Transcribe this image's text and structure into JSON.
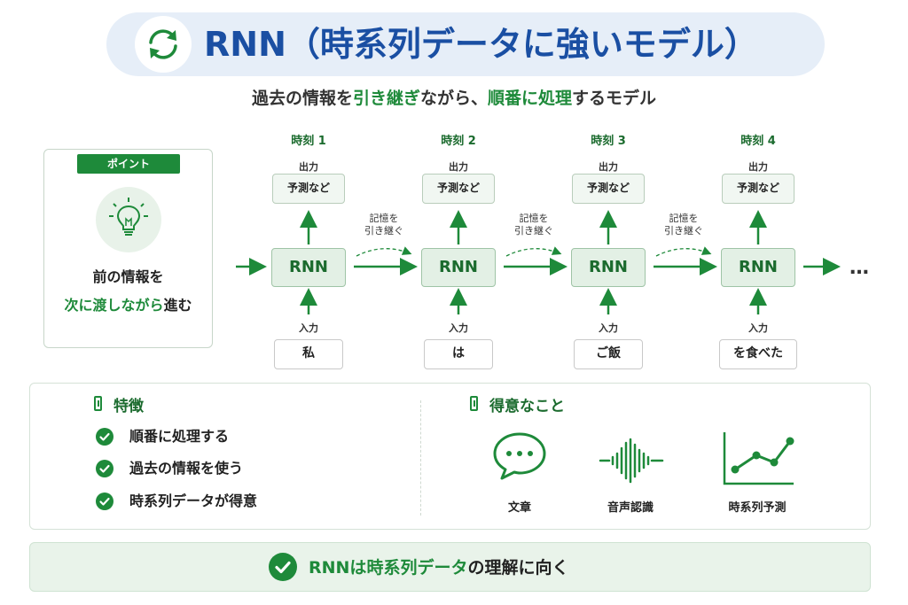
{
  "header": {
    "title": "RNN（時系列データに強いモデル）",
    "icon": "refresh-cycle-icon"
  },
  "subtitle": {
    "part1": "過去の情報を",
    "highlight1": "引き継ぎ",
    "part2": "ながら、",
    "highlight2": "順番に処理",
    "part3": "するモデル"
  },
  "point": {
    "tag": "ポイント",
    "icon": "lightbulb-icon",
    "line1": "前の情報を",
    "line2_highlight": "次に渡しながら",
    "line2_rest": "進む"
  },
  "diagram": {
    "steps": [
      {
        "time": "時刻 1",
        "out_label": "出力",
        "output": "予測など",
        "cell": "RNN",
        "in_label": "入力",
        "input": "私"
      },
      {
        "time": "時刻 2",
        "out_label": "出力",
        "output": "予測など",
        "cell": "RNN",
        "in_label": "入力",
        "input": "は"
      },
      {
        "time": "時刻 3",
        "out_label": "出力",
        "output": "予測など",
        "cell": "RNN",
        "in_label": "入力",
        "input": "ご飯"
      },
      {
        "time": "時刻 4",
        "out_label": "出力",
        "output": "予測など",
        "cell": "RNN",
        "in_label": "入力",
        "input": "を食べた"
      }
    ],
    "memory_label_line1": "記憶を",
    "memory_label_line2": "引き継ぐ",
    "continuation": "…"
  },
  "features": {
    "heading": "特徴",
    "items": [
      "順番に処理する",
      "過去の情報を使う",
      "時系列データが得意"
    ]
  },
  "strengths": {
    "heading": "得意なこと",
    "items": [
      {
        "label": "文章",
        "icon": "speech-bubble-icon"
      },
      {
        "label": "音声認識",
        "icon": "sound-wave-icon"
      },
      {
        "label": "時系列予測",
        "icon": "line-chart-icon"
      }
    ]
  },
  "conclusion": {
    "part1": "RNNは",
    "highlight": "時系列データ",
    "part2": "の理解に向く"
  },
  "colors": {
    "accent_green": "#1e8a3a",
    "title_blue": "#1a4fa3",
    "title_bg": "#e6eef8"
  }
}
